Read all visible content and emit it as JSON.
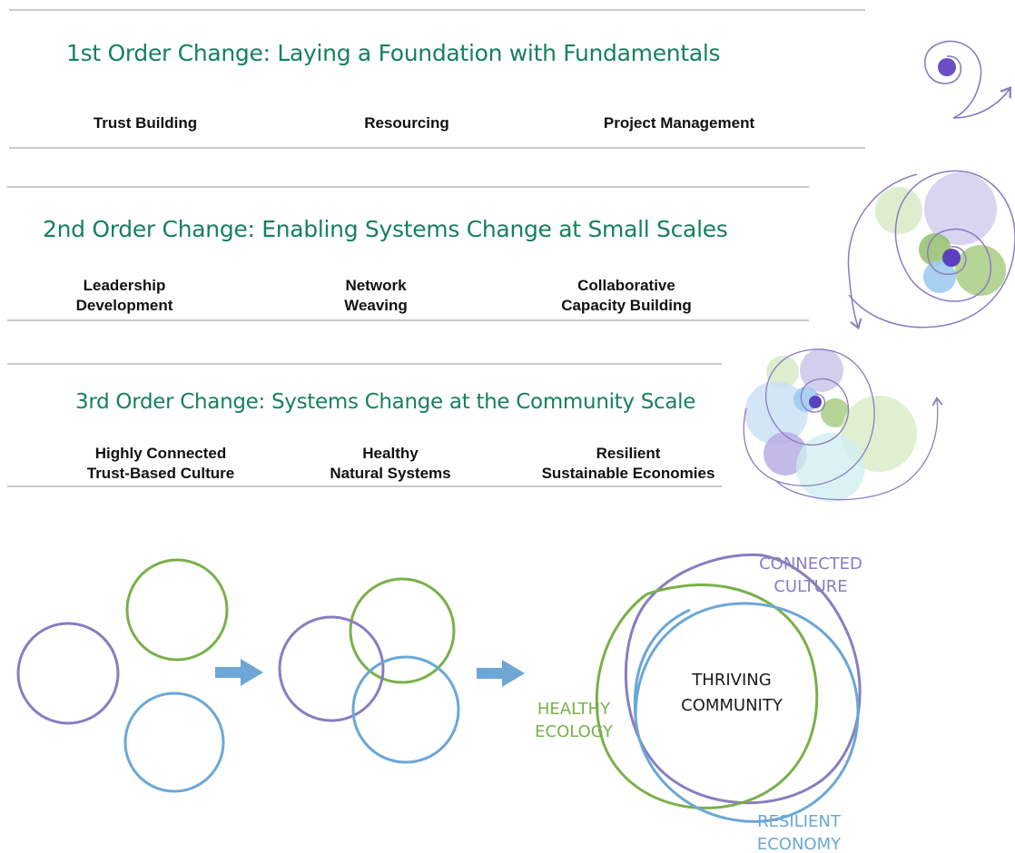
{
  "sections": [
    {
      "title": "1st Order Change: Laying a Foundation with Fundamentals",
      "items": [
        "Trust Building",
        "Resourcing",
        "Project Management"
      ]
    },
    {
      "title": "2nd Order Change: Enabling Systems Change at Small Scales",
      "items": [
        "Leadership\nDevelopment",
        "Network\nWeaving",
        "Collaborative\nCapacity Building"
      ]
    },
    {
      "title": "3rd Order Change: Systems Change at the Community Scale",
      "items": [
        "Highly Connected\nTrust-Based Culture",
        "Healthy\nNatural Systems",
        "Resilient\nSustainable Economies"
      ]
    }
  ],
  "venn": {
    "center": [
      "THRIVING",
      "COMMUNITY"
    ],
    "connected_culture": [
      "CONNECTED",
      "CULTURE"
    ],
    "healthy_ecology": [
      "HEALTHY",
      "ECOLOGY"
    ],
    "resilient_economy": [
      "RESILIENT",
      "ECONOMY"
    ]
  },
  "colors": {
    "title_green": "#16805f",
    "purple": "#8a7cc0",
    "green": "#79b04a",
    "blue": "#6aa7d6",
    "arrow": "#6ea6d5"
  }
}
